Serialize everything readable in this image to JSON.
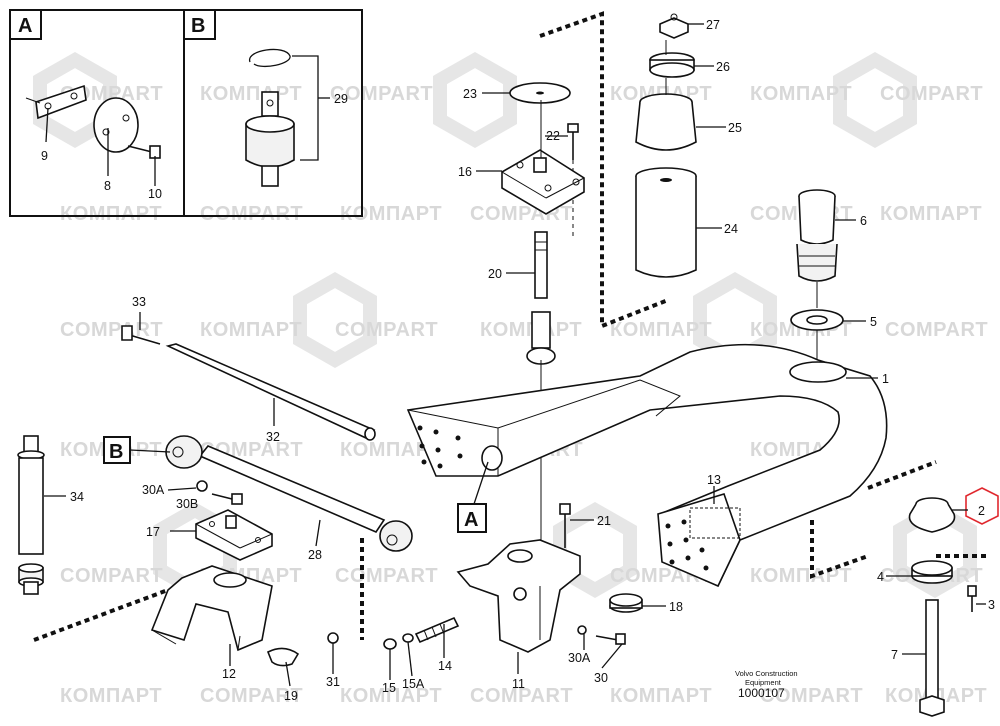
{
  "watermark": {
    "brand_latin": "COMPART",
    "brand_cyrillic": "КОМПАРТ",
    "colors": {
      "watermark": "#d8d8d8",
      "highlight": "#e0282e"
    }
  },
  "insets": {
    "a": {
      "title": "A"
    },
    "b": {
      "title": "B"
    }
  },
  "callouts": {
    "a": "A",
    "b": "B"
  },
  "parts": {
    "p1": "1",
    "p2": "2",
    "p3": "3",
    "p4": "4",
    "p5": "5",
    "p6": "6",
    "p7": "7",
    "p8": "8",
    "p9": "9",
    "p10": "10",
    "p11": "11",
    "p12": "12",
    "p13": "13",
    "p14": "14",
    "p15": "15",
    "p15a": "15A",
    "p16": "16",
    "p17": "17",
    "p18": "18",
    "p19": "19",
    "p20": "20",
    "p21": "21",
    "p22": "22",
    "p23": "23",
    "p24": "24",
    "p25": "25",
    "p26": "26",
    "p27": "27",
    "p28": "28",
    "p29": "29",
    "p30": "30",
    "p30a_left": "30A",
    "p30a_bottom": "30A",
    "p30b": "30B",
    "p31": "31",
    "p32": "32",
    "p33": "33",
    "p34": "34"
  },
  "footer": {
    "maker_line1": "Volvo Construction",
    "maker_line2": "Equipment",
    "drawing_number": "1000107"
  }
}
